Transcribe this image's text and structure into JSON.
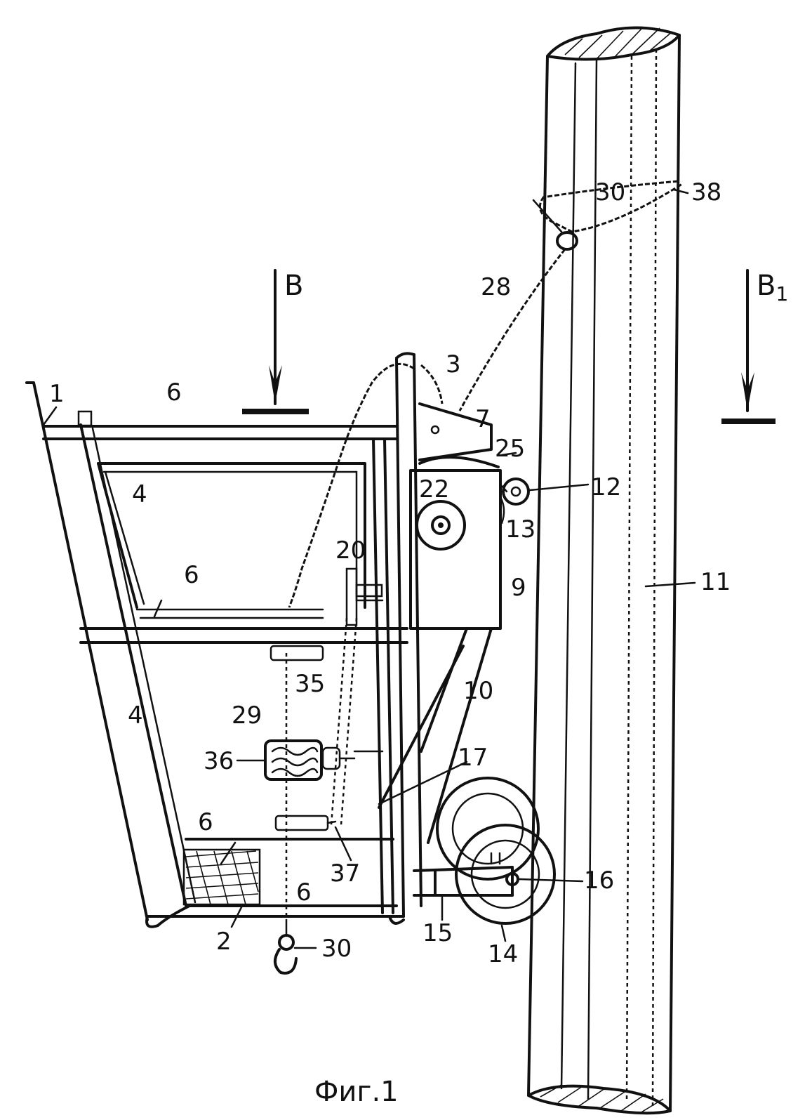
{
  "caption": "Фиг.1",
  "labels": {
    "l1": "1",
    "l2": "2",
    "l3": "3",
    "l4a": "4",
    "l4b": "4",
    "l6a": "6",
    "l6b": "6",
    "l6c": "6",
    "l6d": "6",
    "l7": "7",
    "l9": "9",
    "l10": "10",
    "l11": "11",
    "l12": "12",
    "l13": "13",
    "l14": "14",
    "l15": "15",
    "l16": "16",
    "l17": "17",
    "l20": "20",
    "l22": "22",
    "l25": "25",
    "l28": "28",
    "l29": "29",
    "l30a": "30",
    "l30b": "30",
    "l35": "35",
    "l36": "36",
    "l37": "37",
    "l38": "38",
    "view_b": "B",
    "view_b1": "B",
    "view_b1_sub": "1"
  }
}
